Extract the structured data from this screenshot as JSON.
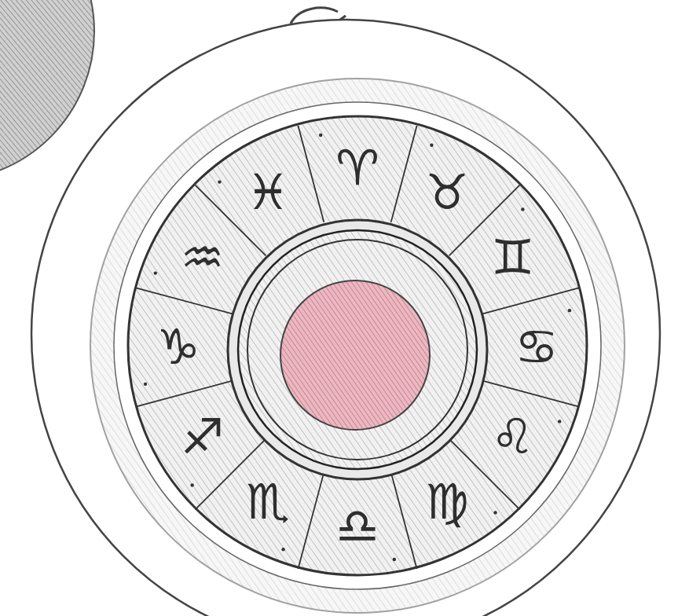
{
  "diagram": {
    "labels": [
      "♈",
      "♉",
      "♊",
      "♋",
      "♌",
      "♍",
      "♎",
      "♏",
      "♐",
      "♑",
      "♒",
      "♓"
    ]
  }
}
